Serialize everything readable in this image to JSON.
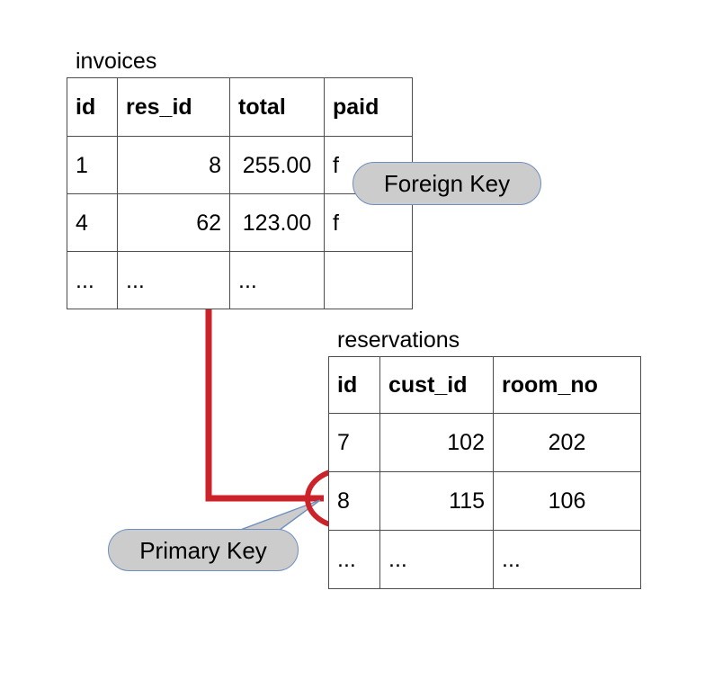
{
  "diagram": {
    "title_invoices": "invoices",
    "title_reservations": "reservations",
    "accent_red": "#cc2229",
    "callout_fill": "#cccccc",
    "callout_border": "#6f8fbe",
    "table_border": "#4d4d4d"
  },
  "invoices": {
    "caption": "invoices",
    "columns": [
      "id",
      "res_id",
      "total",
      "paid"
    ],
    "rows": [
      {
        "id": "1",
        "res_id": "8",
        "total": "255.00",
        "paid": "f"
      },
      {
        "id": "4",
        "res_id": "62",
        "total": "123.00",
        "paid": "f"
      },
      {
        "id": "...",
        "res_id": "...",
        "total": "...",
        "paid": ""
      }
    ]
  },
  "reservations": {
    "caption": "reservations",
    "columns": [
      "id",
      "cust_id",
      "room_no"
    ],
    "rows": [
      {
        "id": "7",
        "cust_id": "102",
        "room_no": "202"
      },
      {
        "id": "8",
        "cust_id": "115",
        "room_no": "106"
      },
      {
        "id": "...",
        "cust_id": "...",
        "room_no": "..."
      }
    ]
  },
  "annotations": {
    "foreign_key": "Foreign Key",
    "primary_key": "Primary Key"
  }
}
